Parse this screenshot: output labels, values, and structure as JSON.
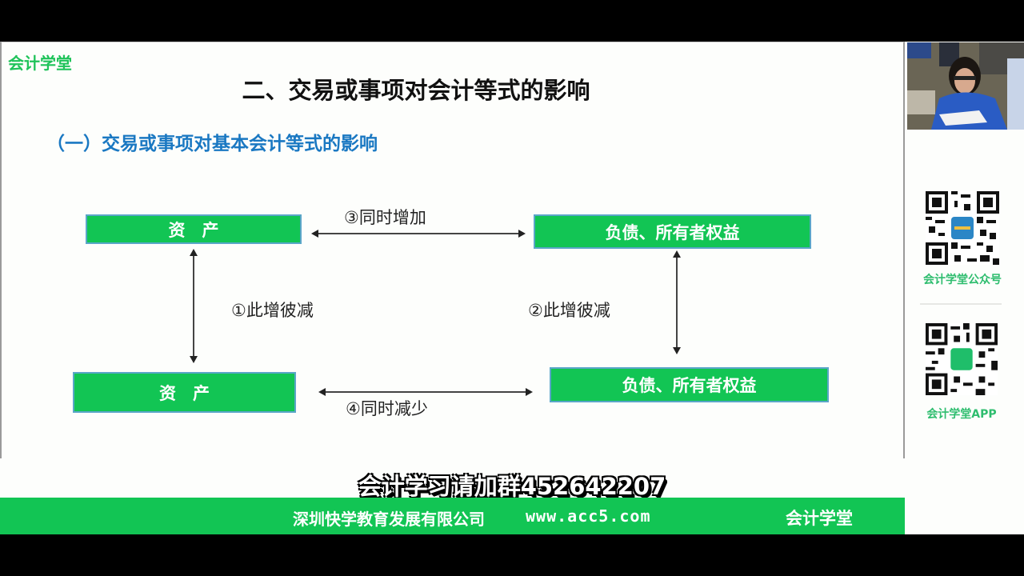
{
  "brand": {
    "logo_text": "会计学堂",
    "accent_color": "#12c554"
  },
  "slide": {
    "title": "二、交易或事项对会计等式的影响",
    "subtitle": "（一）交易或事项对基本会计等式的影响",
    "diagram": {
      "boxes": {
        "top_left": "资　产",
        "top_right": "负债、所有者权益",
        "bottom_left": "资　产",
        "bottom_right": "负债、所有者权益"
      },
      "relations": {
        "left_vertical": "①此增彼减",
        "right_vertical": "②此增彼减",
        "top_horizontal": "③同时增加",
        "bottom_horizontal": "④同时减少"
      }
    }
  },
  "sidebar": {
    "webcam_alt": "presenter-webcam",
    "qr_items": [
      {
        "label": "会计学堂公众号"
      },
      {
        "label": "会计学堂APP"
      }
    ]
  },
  "caption": "会计学习请加群452642207",
  "footer": {
    "company": "深圳快学教育发展有限公司",
    "url": "www.acc5.com",
    "brand": "会计学堂"
  }
}
